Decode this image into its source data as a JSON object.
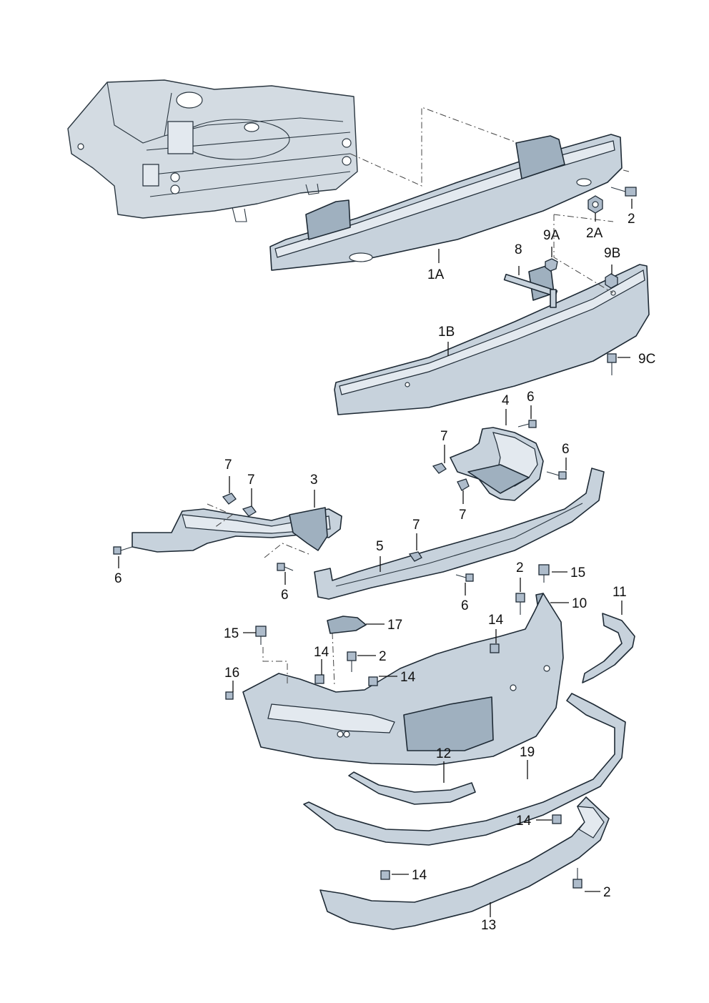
{
  "labels": {
    "l_1A": "1A",
    "l_1B": "1B",
    "l_2_top": "2",
    "l_2A": "2A",
    "l_3": "3",
    "l_4": "4",
    "l_5": "5",
    "l_6_a": "6",
    "l_6_b": "6",
    "l_6_c": "6",
    "l_6_d": "6",
    "l_6_e": "6",
    "l_7_a": "7",
    "l_7_b": "7",
    "l_7_c": "7",
    "l_7_d": "7",
    "l_7_e": "7",
    "l_8": "8",
    "l_9A": "9A",
    "l_9B": "9B",
    "l_9C": "9C",
    "l_10": "10",
    "l_11": "11",
    "l_12": "12",
    "l_13": "13",
    "l_14_a": "14",
    "l_14_b": "14",
    "l_14_c": "14",
    "l_14_d": "14",
    "l_14_e": "14",
    "l_15_a": "15",
    "l_15_b": "15",
    "l_16": "16",
    "l_17": "17",
    "l_19": "19",
    "l_2_b": "2",
    "l_2_c": "2",
    "l_2_d": "2"
  },
  "colors": {
    "part_fill": "#c7d2dc",
    "part_stroke": "#1e2a35",
    "background": "#ffffff"
  }
}
